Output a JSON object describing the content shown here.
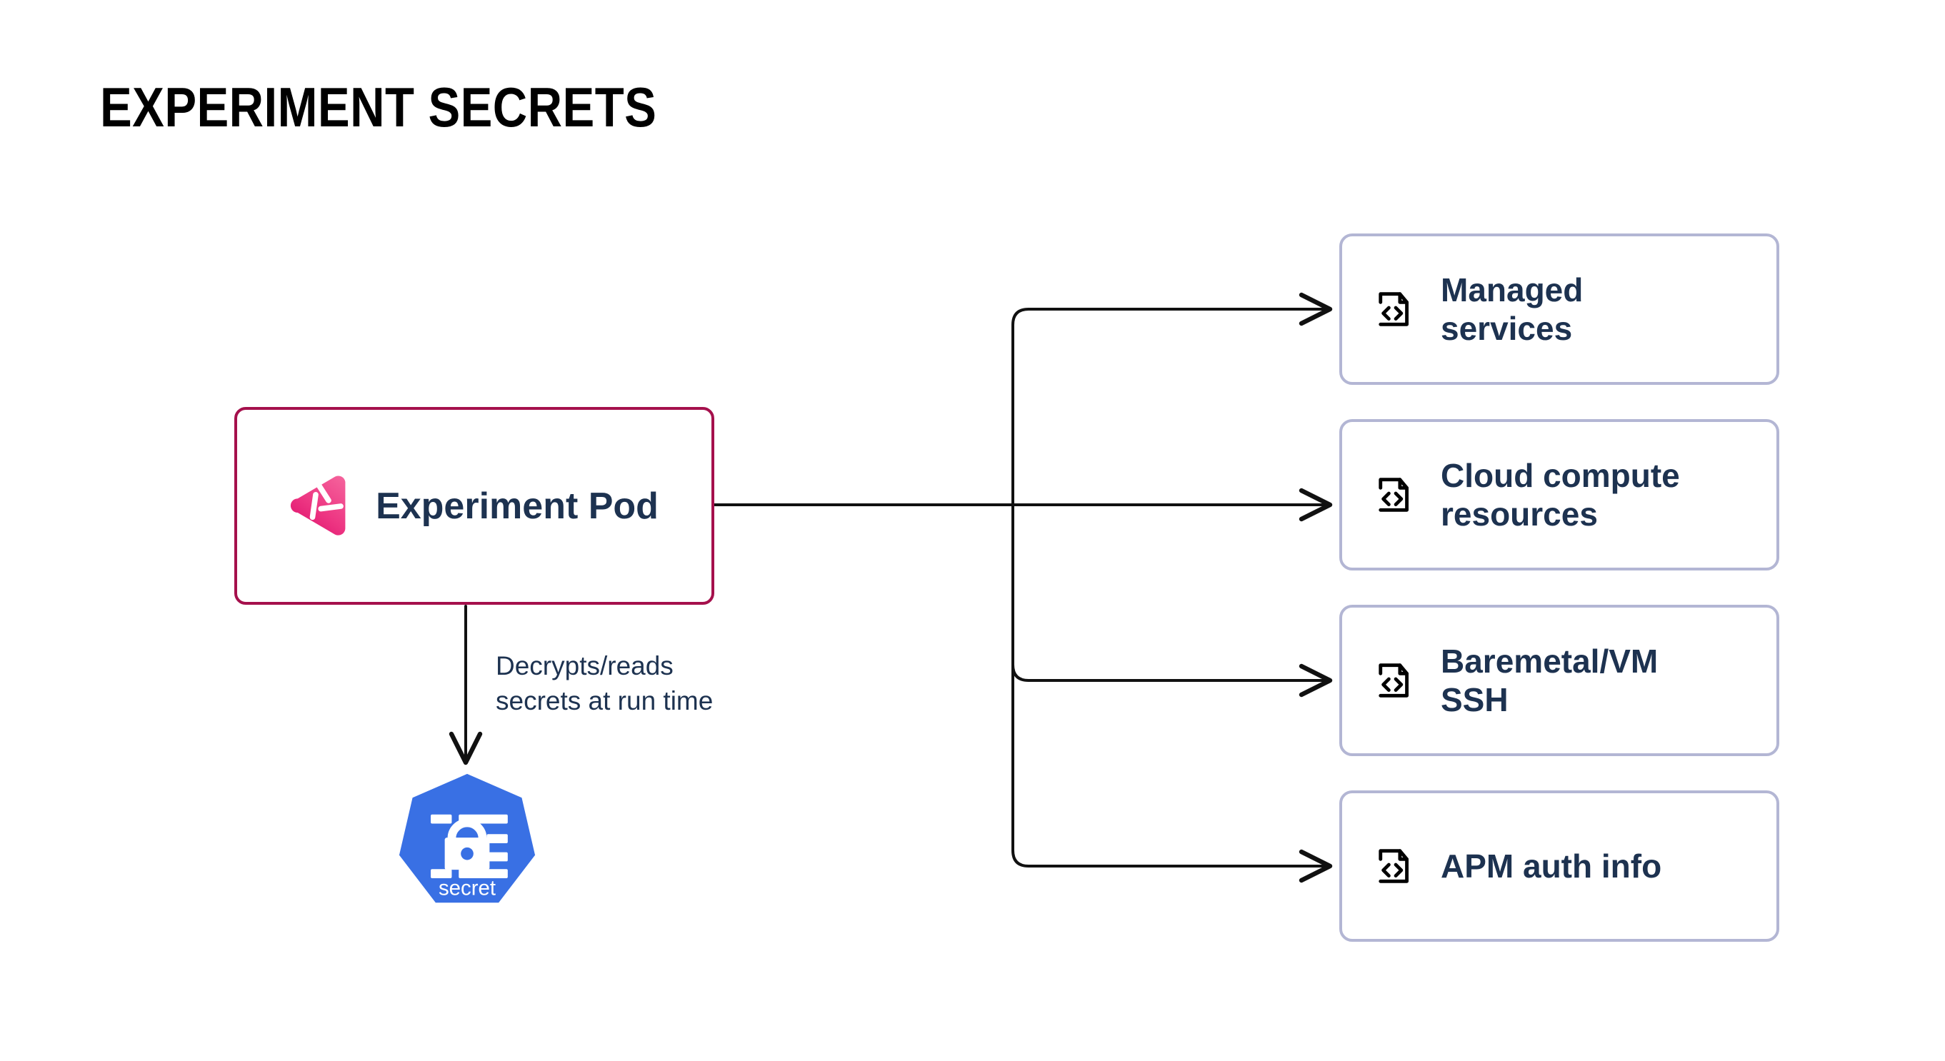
{
  "page": {
    "title": "EXPERIMENT SECRETS",
    "background": "#ffffff"
  },
  "colors": {
    "pod_border": "#A5104C",
    "pod_logo_light": "#F2598E",
    "pod_logo_dark": "#E01A72",
    "text_navy": "#1D3250",
    "card_border": "#B3B6D4",
    "secret_blue": "#3970E4",
    "connector": "#111111",
    "title_black": "#000000"
  },
  "source_node": {
    "label": "Experiment Pod",
    "logo_icon": "gremlin-logo-icon",
    "connector_port_icon": "connector-dot-icon"
  },
  "secret_node": {
    "label": "secret",
    "icon": "kubernetes-secret-icon"
  },
  "annotation": {
    "text": "Decrypts/reads\nsecrets at run time"
  },
  "targets": [
    {
      "label": "Managed\nservices",
      "icon": "code-file-icon"
    },
    {
      "label": "Cloud compute\nresources",
      "icon": "code-file-icon"
    },
    {
      "label": "Baremetal/VM\nSSH",
      "icon": "code-file-icon"
    },
    {
      "label": "APM auth info",
      "icon": "code-file-icon"
    }
  ]
}
